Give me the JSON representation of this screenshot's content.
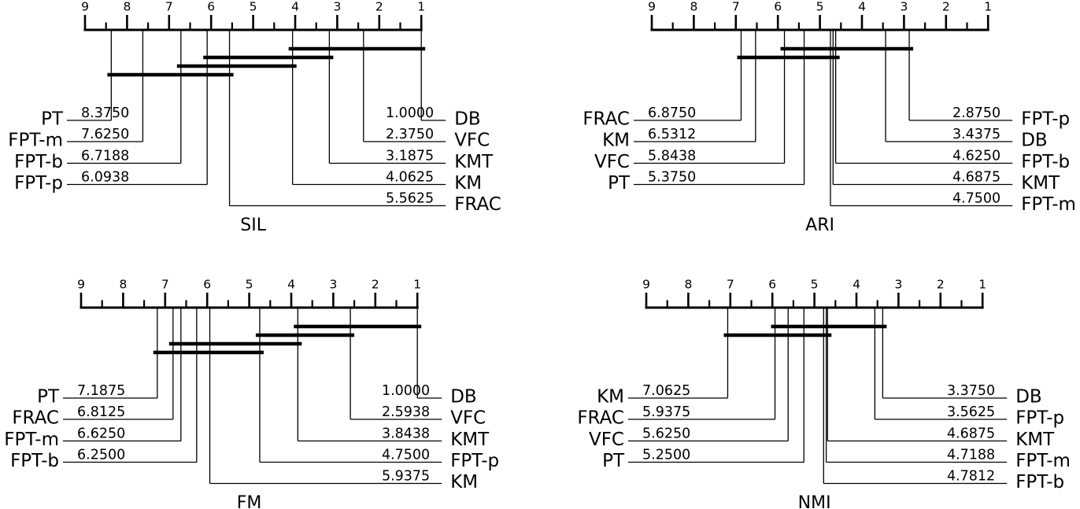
{
  "figure": {
    "background_color": "#ffffff",
    "ink_color": "#000000",
    "description": "Four critical-difference diagrams comparing average ranks of 9 clustering methods"
  },
  "chart_data": [
    {
      "type": "cd-diagram",
      "title": "SIL",
      "axis": {
        "best_rank": 1,
        "worst_rank": 9,
        "tick_labels": [
          "9",
          "8",
          "7",
          "6",
          "5",
          "4",
          "3",
          "2",
          "1"
        ],
        "orientation": "rank-1-on-right",
        "minor_ticks_every": 0.5
      },
      "methods_left": [
        {
          "name": "PT",
          "rank": 8.375,
          "rank_label": "8.3750"
        },
        {
          "name": "FPT-m",
          "rank": 7.625,
          "rank_label": "7.6250"
        },
        {
          "name": "FPT-b",
          "rank": 6.7188,
          "rank_label": "6.7188"
        },
        {
          "name": "FPT-p",
          "rank": 6.0938,
          "rank_label": "6.0938"
        }
      ],
      "methods_right": [
        {
          "name": "DB",
          "rank": 1.0,
          "rank_label": "1.0000"
        },
        {
          "name": "VFC",
          "rank": 2.375,
          "rank_label": "2.3750"
        },
        {
          "name": "KMT",
          "rank": 3.1875,
          "rank_label": "3.1875"
        },
        {
          "name": "KM",
          "rank": 4.0625,
          "rank_label": "4.0625"
        },
        {
          "name": "FRAC",
          "rank": 5.5625,
          "rank_label": "5.5625"
        }
      ],
      "cliques": [
        {
          "from_rank": 4.0625,
          "to_rank": 1.0
        },
        {
          "from_rank": 6.0938,
          "to_rank": 3.1875
        },
        {
          "from_rank": 6.7188,
          "to_rank": 4.0625
        },
        {
          "from_rank": 8.375,
          "to_rank": 5.5625
        }
      ]
    },
    {
      "type": "cd-diagram",
      "title": "ARI",
      "axis": {
        "best_rank": 1,
        "worst_rank": 9,
        "tick_labels": [
          "9",
          "8",
          "7",
          "6",
          "5",
          "4",
          "3",
          "2",
          "1"
        ],
        "orientation": "rank-1-on-right",
        "minor_ticks_every": 0.5
      },
      "methods_left": [
        {
          "name": "FRAC",
          "rank": 6.875,
          "rank_label": "6.8750"
        },
        {
          "name": "KM",
          "rank": 6.5312,
          "rank_label": "6.5312"
        },
        {
          "name": "VFC",
          "rank": 5.8438,
          "rank_label": "5.8438"
        },
        {
          "name": "PT",
          "rank": 5.375,
          "rank_label": "5.3750"
        }
      ],
      "methods_right": [
        {
          "name": "FPT-p",
          "rank": 2.875,
          "rank_label": "2.8750"
        },
        {
          "name": "DB",
          "rank": 3.4375,
          "rank_label": "3.4375"
        },
        {
          "name": "FPT-b",
          "rank": 4.625,
          "rank_label": "4.6250"
        },
        {
          "name": "KMT",
          "rank": 4.6875,
          "rank_label": "4.6875"
        },
        {
          "name": "FPT-m",
          "rank": 4.75,
          "rank_label": "4.7500"
        }
      ],
      "cliques": [
        {
          "from_rank": 5.8438,
          "to_rank": 2.875
        },
        {
          "from_rank": 6.875,
          "to_rank": 4.625
        }
      ]
    },
    {
      "type": "cd-diagram",
      "title": "FM",
      "axis": {
        "best_rank": 1,
        "worst_rank": 9,
        "tick_labels": [
          "9",
          "8",
          "7",
          "6",
          "5",
          "4",
          "3",
          "2",
          "1"
        ],
        "orientation": "rank-1-on-right",
        "minor_ticks_every": 0.5
      },
      "methods_left": [
        {
          "name": "PT",
          "rank": 7.1875,
          "rank_label": "7.1875"
        },
        {
          "name": "FRAC",
          "rank": 6.8125,
          "rank_label": "6.8125"
        },
        {
          "name": "FPT-m",
          "rank": 6.625,
          "rank_label": "6.6250"
        },
        {
          "name": "FPT-b",
          "rank": 6.25,
          "rank_label": "6.2500"
        }
      ],
      "methods_right": [
        {
          "name": "DB",
          "rank": 1.0,
          "rank_label": "1.0000"
        },
        {
          "name": "VFC",
          "rank": 2.5938,
          "rank_label": "2.5938"
        },
        {
          "name": "KMT",
          "rank": 3.8438,
          "rank_label": "3.8438"
        },
        {
          "name": "FPT-p",
          "rank": 4.75,
          "rank_label": "4.7500"
        },
        {
          "name": "KM",
          "rank": 5.9375,
          "rank_label": "5.9375"
        }
      ],
      "cliques": [
        {
          "from_rank": 3.8438,
          "to_rank": 1.0
        },
        {
          "from_rank": 4.75,
          "to_rank": 2.5938
        },
        {
          "from_rank": 6.8125,
          "to_rank": 3.8438
        },
        {
          "from_rank": 7.1875,
          "to_rank": 4.75
        }
      ]
    },
    {
      "type": "cd-diagram",
      "title": "NMI",
      "axis": {
        "best_rank": 1,
        "worst_rank": 9,
        "tick_labels": [
          "9",
          "8",
          "7",
          "6",
          "5",
          "4",
          "3",
          "2",
          "1"
        ],
        "orientation": "rank-1-on-right",
        "minor_ticks_every": 0.5
      },
      "methods_left": [
        {
          "name": "KM",
          "rank": 7.0625,
          "rank_label": "7.0625"
        },
        {
          "name": "FRAC",
          "rank": 5.9375,
          "rank_label": "5.9375"
        },
        {
          "name": "VFC",
          "rank": 5.625,
          "rank_label": "5.6250"
        },
        {
          "name": "PT",
          "rank": 5.25,
          "rank_label": "5.2500"
        }
      ],
      "methods_right": [
        {
          "name": "DB",
          "rank": 3.375,
          "rank_label": "3.3750"
        },
        {
          "name": "FPT-p",
          "rank": 3.5625,
          "rank_label": "3.5625"
        },
        {
          "name": "KMT",
          "rank": 4.6875,
          "rank_label": "4.6875"
        },
        {
          "name": "FPT-m",
          "rank": 4.7188,
          "rank_label": "4.7188"
        },
        {
          "name": "FPT-b",
          "rank": 4.7812,
          "rank_label": "4.7812"
        }
      ],
      "cliques": [
        {
          "from_rank": 5.9375,
          "to_rank": 3.375
        },
        {
          "from_rank": 7.0625,
          "to_rank": 4.6875
        }
      ]
    }
  ]
}
